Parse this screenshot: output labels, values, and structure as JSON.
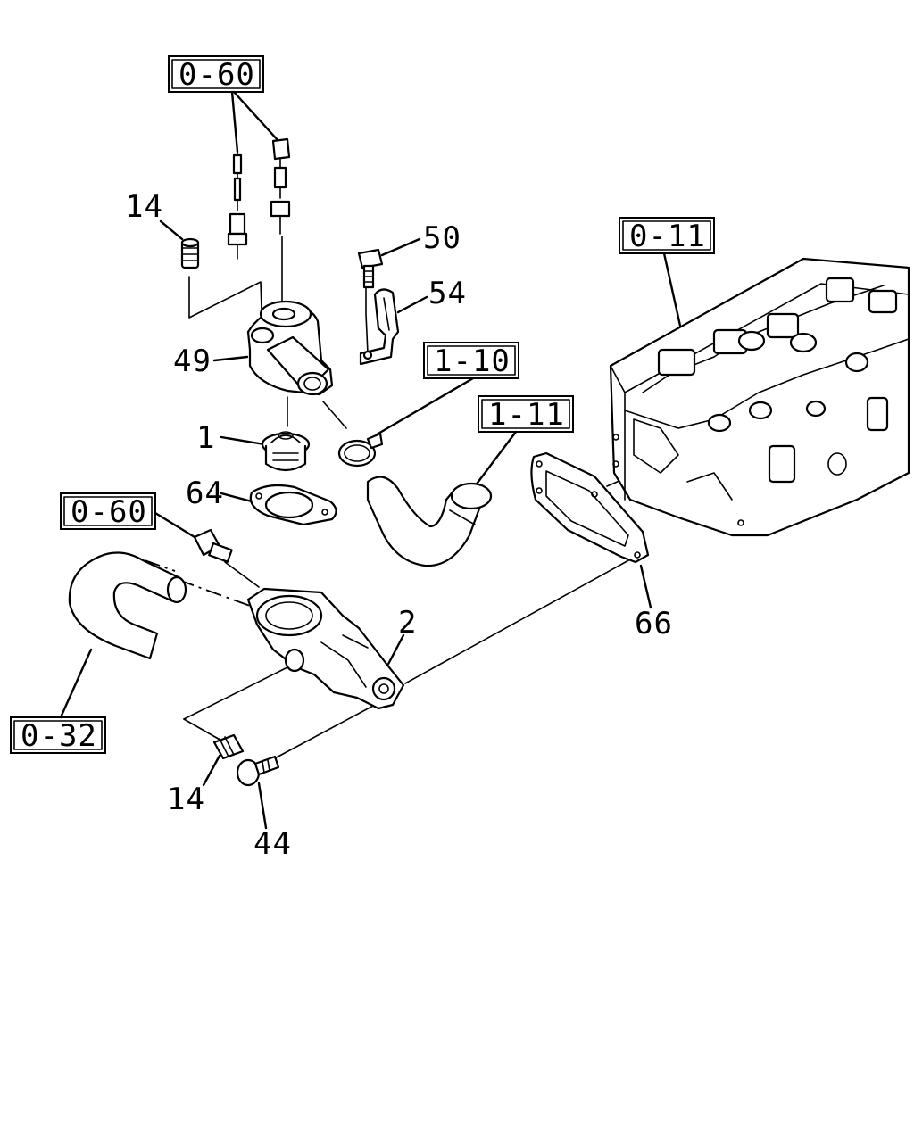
{
  "refs": {
    "ref_0_60_top": "0-60",
    "ref_0_11": "0-11",
    "ref_1_10": "1-10",
    "ref_1_11": "1-11",
    "ref_0_60_mid": "0-60",
    "ref_0_32": "0-32"
  },
  "callouts": {
    "c14_top": "14",
    "c50": "50",
    "c54": "54",
    "c49": "49",
    "c1": "1",
    "c64": "64",
    "c2": "2",
    "c66": "66",
    "c14_bottom": "14",
    "c44": "44"
  }
}
